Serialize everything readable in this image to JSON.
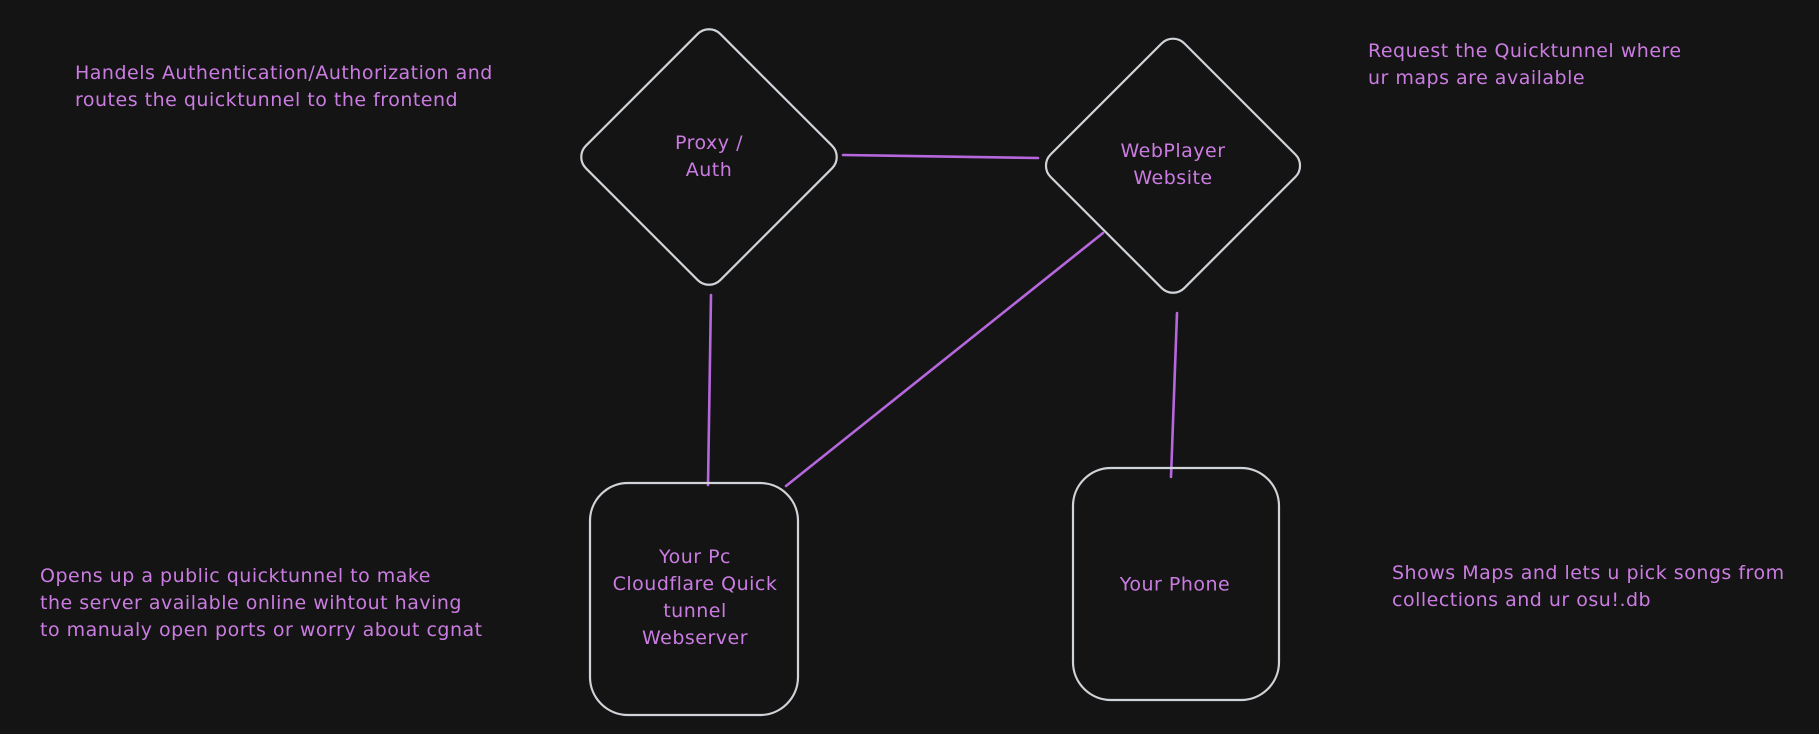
{
  "canvas": {
    "background": "#141414"
  },
  "colors": {
    "node_stroke": "#d0d4d8",
    "connector": "#b767de",
    "text": "#cb7ce2"
  },
  "nodes": [
    {
      "id": "proxy-auth",
      "shape": "diamond",
      "label": "Proxy /\nAuth"
    },
    {
      "id": "webplayer-website",
      "shape": "diamond",
      "label": "WebPlayer\nWebsite"
    },
    {
      "id": "pc-quicktunnel-webserver",
      "shape": "rounded-rectangle",
      "label": "Your Pc\nCloudflare Quick\ntunnel\nWebserver"
    },
    {
      "id": "your-phone",
      "shape": "rounded-rectangle",
      "label": "Your Phone"
    }
  ],
  "edges": [
    {
      "from": "proxy-auth",
      "to": "webplayer-website"
    },
    {
      "from": "proxy-auth",
      "to": "pc-quicktunnel-webserver"
    },
    {
      "from": "webplayer-website",
      "to": "pc-quicktunnel-webserver"
    },
    {
      "from": "webplayer-website",
      "to": "your-phone"
    }
  ],
  "annotations": [
    {
      "id": "proxy-note",
      "text": "Handels Authentication/Authorization and\nroutes the quicktunnel to the frontend"
    },
    {
      "id": "webplayer-note",
      "text": "Request the Quicktunnel where\nur maps are available"
    },
    {
      "id": "webserver-note",
      "text": "Opens up a public quicktunnel to make\nthe server available online wihtout having\nto manualy open ports or worry about cgnat"
    },
    {
      "id": "phone-note",
      "text": "Shows Maps and lets u pick songs from\ncollections and ur osu!.db"
    }
  ]
}
